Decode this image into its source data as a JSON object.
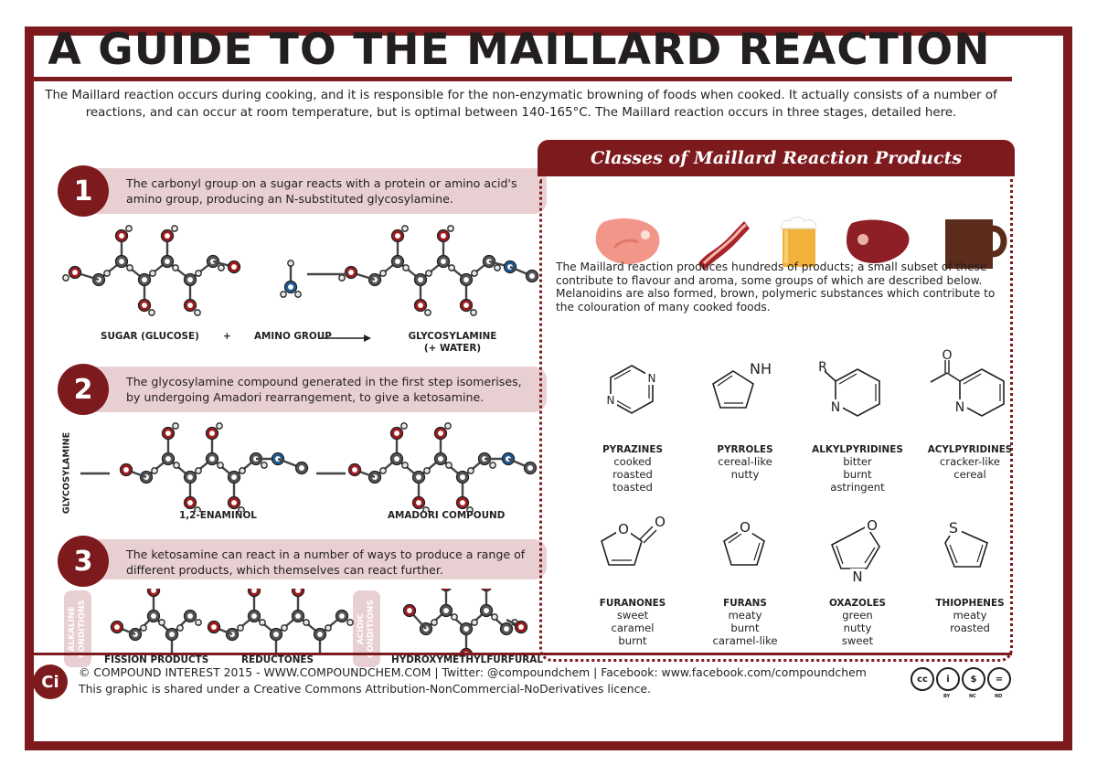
{
  "title": "A GUIDE TO THE MAILLARD REACTION",
  "intro": "The Maillard reaction occurs during cooking, and it is responsible for the non-enzymatic browning of foods when cooked. It actually consists of a number of reactions, and can occur at room temperature, but is optimal between 140-165°C. The Maillard reaction occurs in three stages, detailed here.",
  "steps": [
    {
      "num": "1",
      "text": "The carbonyl group on a sugar reacts with a protein or amino acid's amino group, producing an N-substituted glycosylamine.",
      "labels": {
        "sugar": "SUGAR (GLUCOSE)",
        "plus": "+",
        "amino": "AMINO GROUP",
        "product": "GLYCOSYLAMINE",
        "product_sub": "(+ WATER)"
      }
    },
    {
      "num": "2",
      "text": "The glycosylamine compound generated in the first step isomerises, by undergoing Amadori rearrangement, to give a ketosamine.",
      "labels": {
        "side": "GLYCOSYLAMINE",
        "enaminol": "1,2-ENAMINOL",
        "amadori": "AMADORI COMPOUND"
      }
    },
    {
      "num": "3",
      "text": "The ketosamine can react in a number of ways to produce a range of different products, which themselves can react further.",
      "labels": {
        "alkaline": "ALKALINE CONDITIONS",
        "fission": "FISSION PRODUCTS",
        "reductones": "REDUCTONES",
        "acidic": "ACIDIC CONDITIONS",
        "hmf": "HYDROXYMETHYLFURFURAL"
      }
    }
  ],
  "panel": {
    "heading": "Classes of Maillard Reaction Products",
    "description": "The Maillard reaction produces hundreds of products; a small subset of these contribute to flavour and aroma, some groups of which are described below. Melanoidins are also formed, brown, polymeric substances which contribute to the colouration of many cooked foods.",
    "food_icons": [
      "meat-icon",
      "bacon-icon",
      "beer-icon",
      "steak-icon",
      "coffee-icon"
    ],
    "products": [
      {
        "name": "PYRAZINES",
        "desc": [
          "cooked",
          "roasted",
          "toasted"
        ]
      },
      {
        "name": "PYRROLES",
        "desc": [
          "cereal-like",
          "nutty"
        ]
      },
      {
        "name": "ALKYLPYRIDINES",
        "desc": [
          "bitter",
          "burnt",
          "astringent"
        ]
      },
      {
        "name": "ACYLPYRIDINES",
        "desc": [
          "cracker-like",
          "cereal"
        ]
      },
      {
        "name": "FURANONES",
        "desc": [
          "sweet",
          "caramel",
          "burnt"
        ]
      },
      {
        "name": "FURANS",
        "desc": [
          "meaty",
          "burnt",
          "caramel-like"
        ]
      },
      {
        "name": "OXAZOLES",
        "desc": [
          "green",
          "nutty",
          "sweet"
        ]
      },
      {
        "name": "THIOPHENES",
        "desc": [
          "meaty",
          "roasted"
        ]
      }
    ],
    "atom_labels": {
      "N": "N",
      "NH": "NH",
      "R": "R",
      "O": "O",
      "S": "S"
    }
  },
  "footer": {
    "logo": "Ci",
    "line1": "© COMPOUND INTEREST 2015 - WWW.COMPOUNDCHEM.COM | Twitter: @compoundchem | Facebook: www.facebook.com/compoundchem",
    "line2": "This graphic is shared under a Creative Commons Attribution-NonCommercial-NoDerivatives licence.",
    "badges": [
      {
        "sym": "cc",
        "sub": ""
      },
      {
        "sym": "i",
        "sub": "BY"
      },
      {
        "sym": "$",
        "sub": "NC"
      },
      {
        "sym": "=",
        "sub": "ND"
      }
    ]
  },
  "colors": {
    "maroon": "#7d1a1e",
    "pink": "#e8cfd1",
    "text": "#231f20",
    "nitrogen": "#1f5a96",
    "oxygen": "#9b1c20",
    "carbon": "#555555"
  }
}
